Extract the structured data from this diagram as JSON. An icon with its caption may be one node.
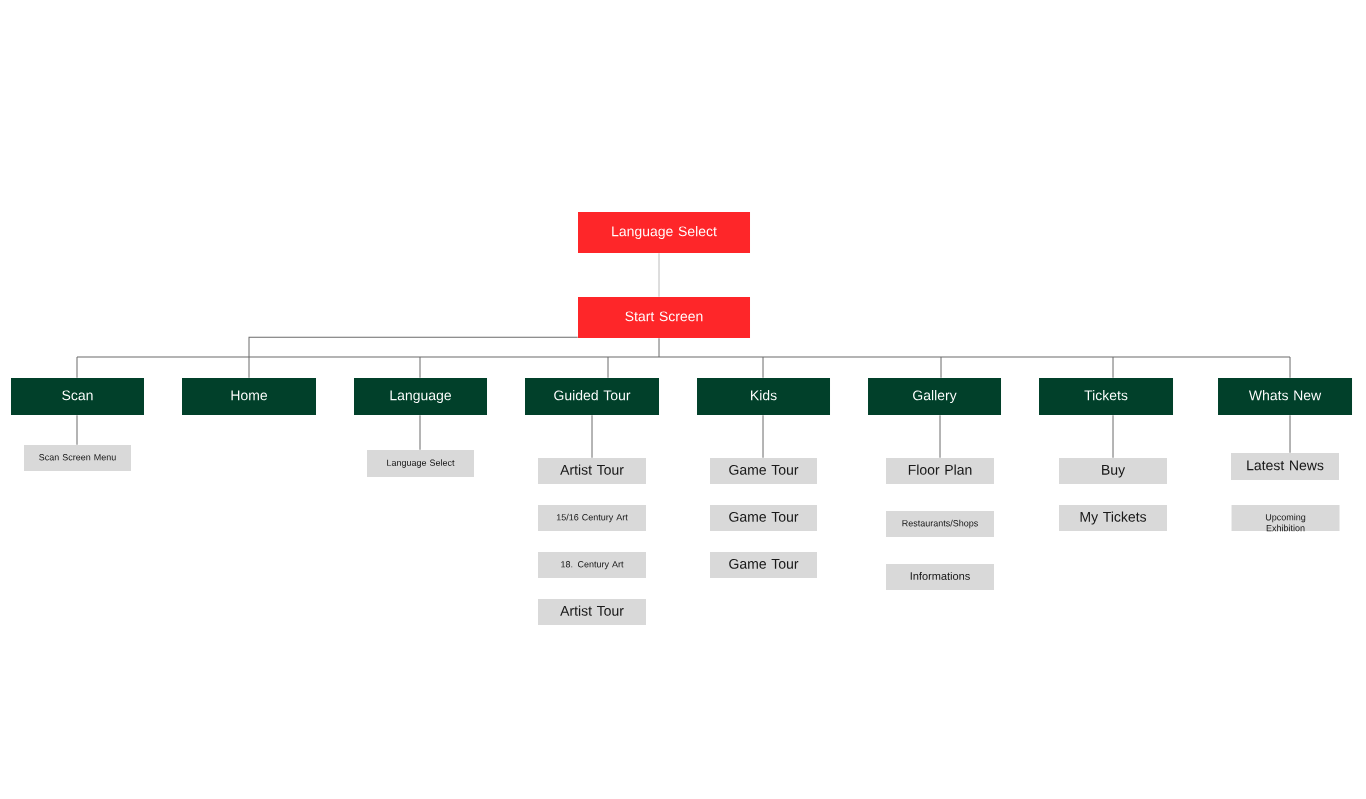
{
  "diagram": {
    "nodes": [
      {
        "text": [
          "Language Select"
        ]
      },
      {
        "text": [
          "Start Screen"
        ]
      },
      {
        "text": [
          "Scan"
        ]
      },
      {
        "text": [
          "Home"
        ]
      },
      {
        "text": [
          "Language"
        ]
      },
      {
        "text": [
          "Guided Tour"
        ]
      },
      {
        "text": [
          "Kids"
        ]
      },
      {
        "text": [
          "Gallery"
        ]
      },
      {
        "text": [
          "Tickets"
        ]
      },
      {
        "text": [
          "Whats New"
        ]
      },
      {
        "text": [
          "Scan Screen Menu"
        ]
      },
      {
        "text": [
          "Language Select"
        ]
      },
      {
        "text": [
          "Artist Tour"
        ]
      },
      {
        "text": [
          "15/16 Century Art"
        ]
      },
      {
        "text": [
          "18. Century Art"
        ]
      },
      {
        "text": [
          "Artist Tour"
        ]
      },
      {
        "text": [
          "Game Tour"
        ]
      },
      {
        "text": [
          "Game Tour"
        ]
      },
      {
        "text": [
          "Game Tour"
        ]
      },
      {
        "text": [
          "Floor Plan"
        ]
      },
      {
        "text": [
          "Restaurants/Shops"
        ]
      },
      {
        "text": [
          "Informations"
        ]
      },
      {
        "text": [
          "Buy"
        ]
      },
      {
        "text": [
          "My Tickets"
        ]
      },
      {
        "text": [
          "Latest News"
        ]
      },
      {
        "text": [
          "Upcoming Exhibition"
        ]
      }
    ],
    "edges": [
      {
        "from": 0,
        "to": 1,
        "arrow": "none",
        "color": "#bdbdbd"
      },
      {
        "from": 1,
        "to": 2,
        "arrow": "none"
      },
      {
        "from": 1,
        "to": 3,
        "arrow": "none"
      },
      {
        "from": 1,
        "to": 4,
        "arrow": "none"
      },
      {
        "from": 1,
        "to": 5,
        "arrow": "none"
      },
      {
        "from": 1,
        "to": 6,
        "arrow": "none"
      },
      {
        "from": 1,
        "to": 7,
        "arrow": "none"
      },
      {
        "from": 1,
        "to": 8,
        "arrow": "none"
      },
      {
        "from": 1,
        "to": 9,
        "arrow": "none"
      },
      {
        "from": 2,
        "to": 10,
        "arrow": "none"
      },
      {
        "from": 4,
        "to": 11,
        "arrow": "none"
      },
      {
        "from": 5,
        "to": 12,
        "arrow": "none"
      },
      {
        "from": 6,
        "to": 16,
        "arrow": "none"
      },
      {
        "from": 7,
        "to": 19,
        "arrow": "none"
      },
      {
        "from": 8,
        "to": 22,
        "arrow": "none"
      },
      {
        "from": 9,
        "to": 24,
        "arrow": "none"
      }
    ]
  }
}
